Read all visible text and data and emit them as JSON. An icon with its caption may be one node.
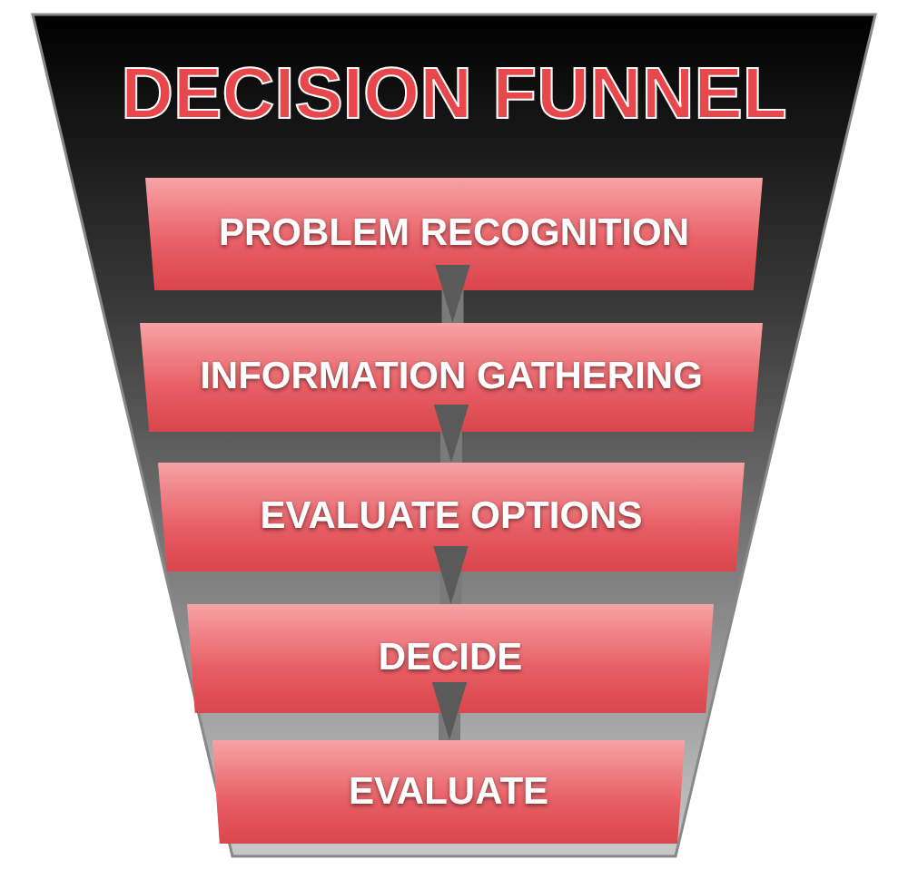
{
  "diagram": {
    "nodes": [
      {
        "text": [
          "DECISION FUNNEL"
        ]
      },
      {
        "text": [
          "PROBLEM RECOGNITION"
        ],
        "in": 0
      },
      {
        "text": [
          "INFORMATION GATHERING"
        ],
        "in": 0
      },
      {
        "text": [
          "EVALUATE OPTIONS"
        ],
        "in": 0
      },
      {
        "text": [
          "DECIDE"
        ],
        "in": 0
      },
      {
        "text": [
          "EVALUATE"
        ],
        "in": 0
      }
    ],
    "edges": [
      {
        "from": 1,
        "to": 2,
        "arrow": "to"
      },
      {
        "from": 2,
        "to": 3,
        "arrow": "to"
      },
      {
        "from": 3,
        "to": 4,
        "arrow": "to"
      },
      {
        "from": 4,
        "to": 5,
        "arrow": "to"
      }
    ]
  }
}
